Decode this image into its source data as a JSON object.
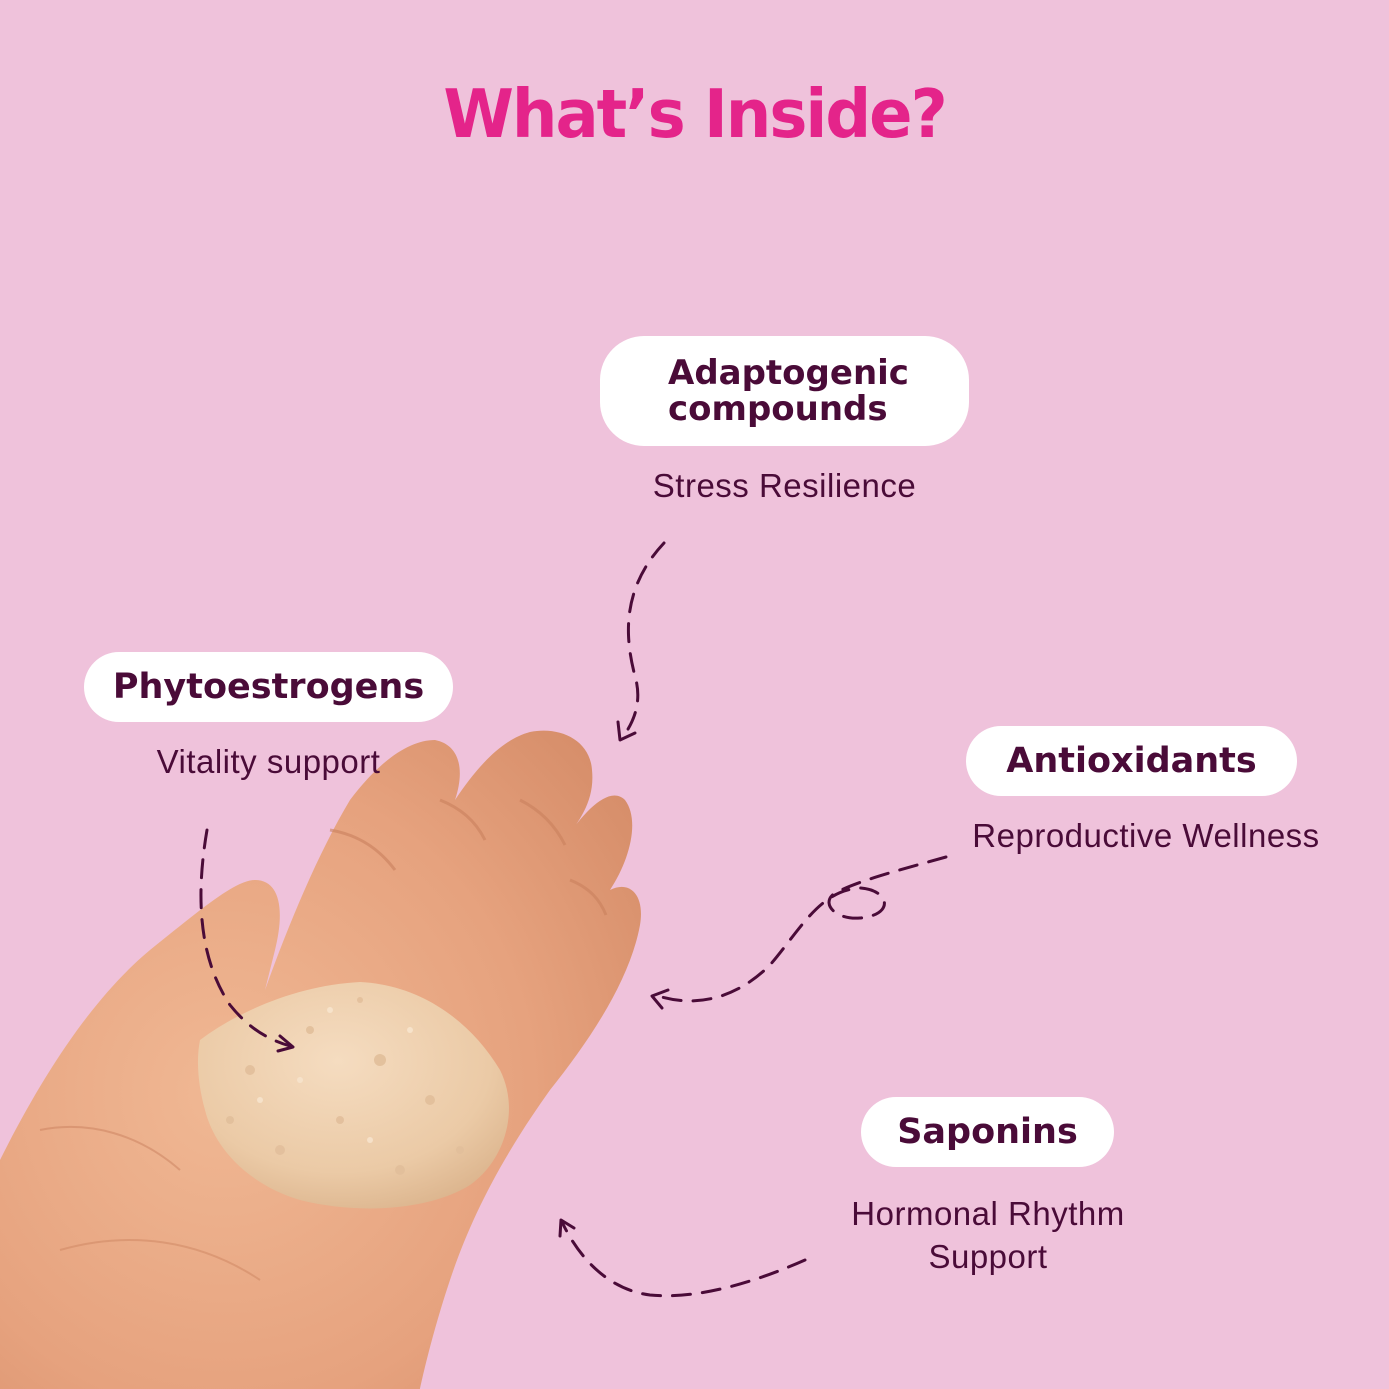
{
  "title": "What’s Inside?",
  "colors": {
    "background": "#efc2db",
    "title": "#e4248a",
    "text": "#4a0b38",
    "pill": "#ffffff",
    "arrow": "#4a0b38"
  },
  "ingredients": [
    {
      "name": "Adaptogenic compounds",
      "benefit": "Stress Resilience"
    },
    {
      "name": "Phytoestrogens",
      "benefit": "Vitality support"
    },
    {
      "name": "Antioxidants",
      "benefit": "Reproductive Wellness"
    },
    {
      "name": "Saponins",
      "benefit": "Hormonal Rhythm Support"
    }
  ],
  "image": {
    "icon": "hand-holding-powder-icon"
  }
}
